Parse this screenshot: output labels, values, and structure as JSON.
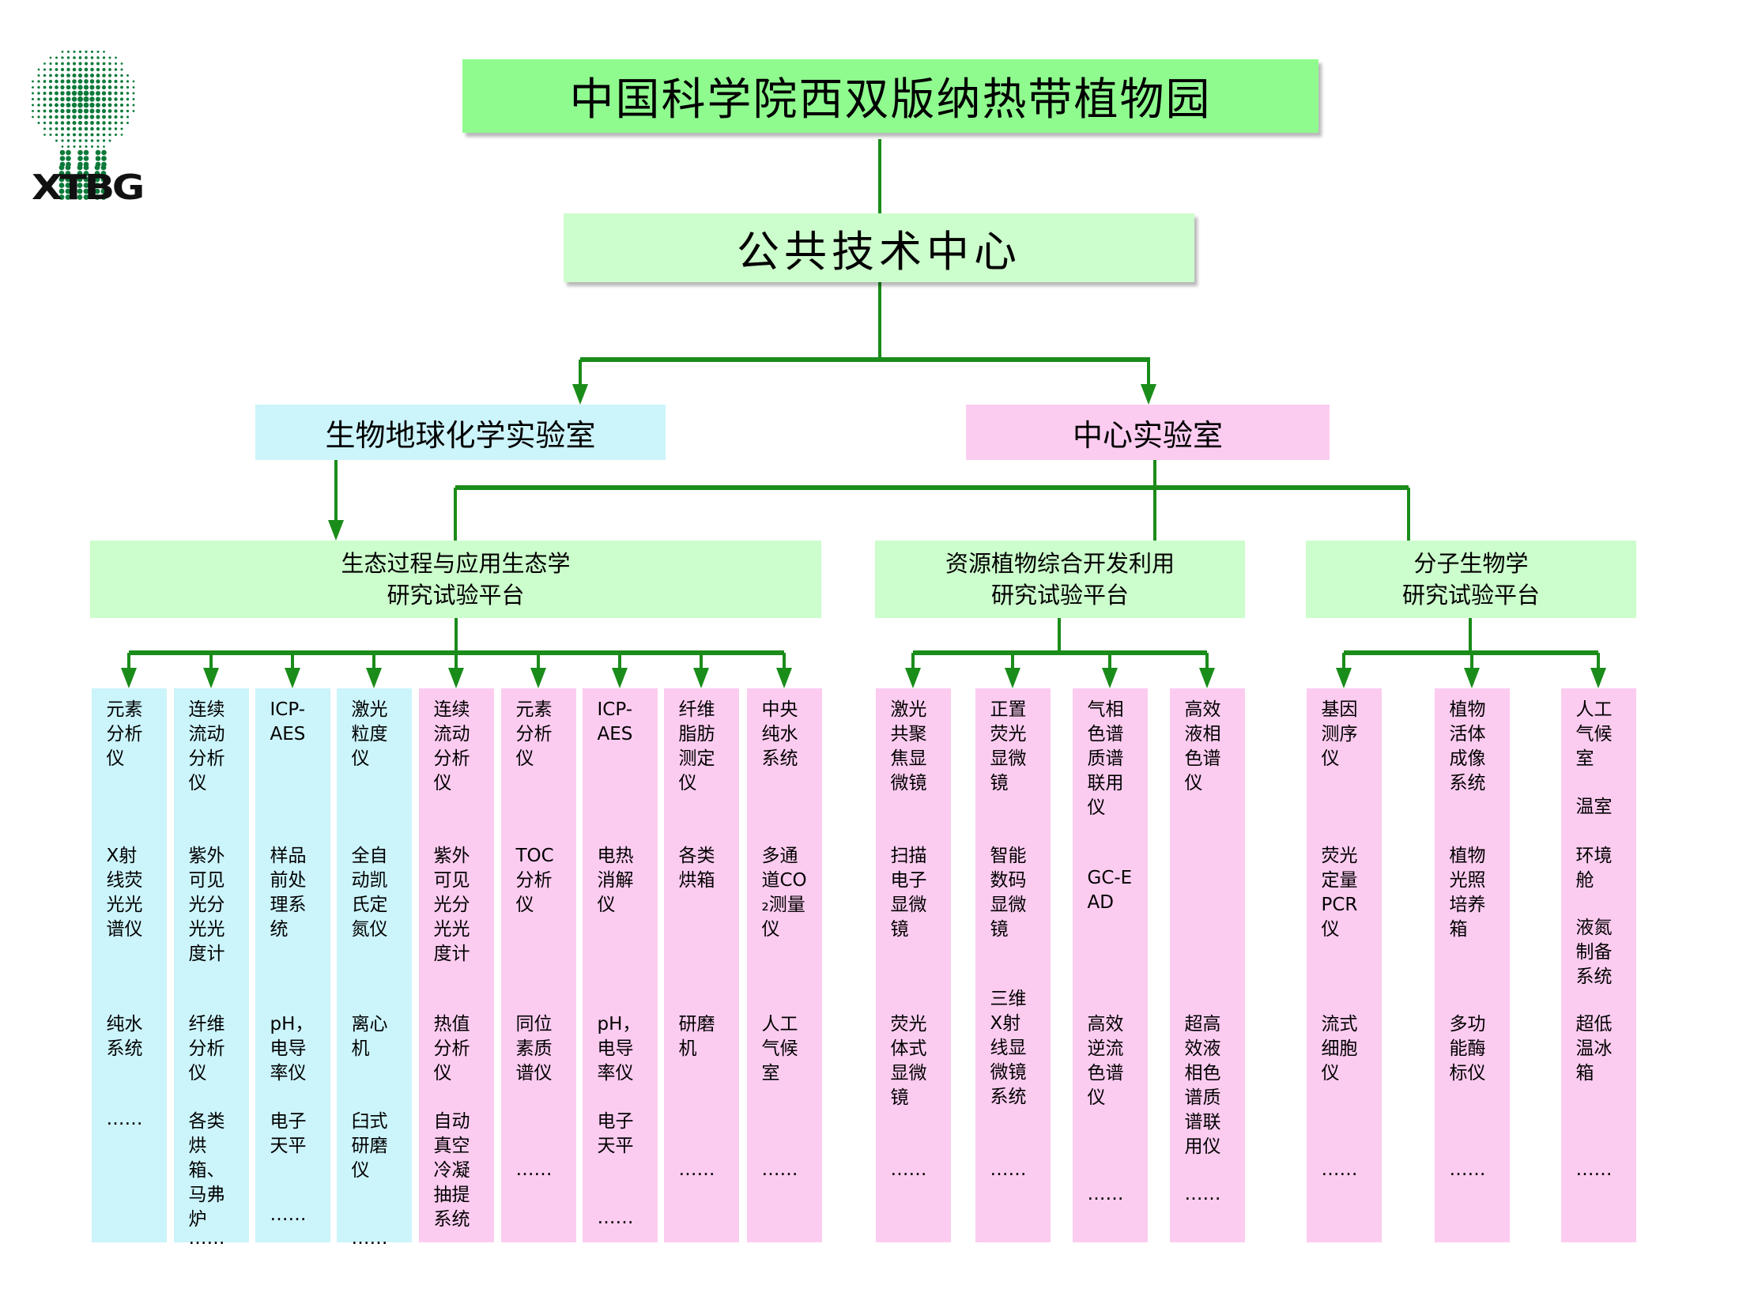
{
  "logo": {
    "text": "XTBG",
    "icon": "tree-dots-icon",
    "color": "#0c7a3a"
  },
  "colors": {
    "title_bg": "#8ffb8f",
    "center_bg": "#ccfdcc",
    "platform_bg": "#ccfdcc",
    "bio_bg": "#ccf4fb",
    "central_bg": "#fcccf0",
    "connector": "#1a8c1a"
  },
  "title": "中国科学院西双版纳热带植物园",
  "center": "公共技术中心",
  "labs": {
    "bio": "生物地球化学实验室",
    "central": "中心实验室"
  },
  "platforms": {
    "eco": {
      "line1": "生态过程与应用生态学",
      "line2": "研究试验平台"
    },
    "res": {
      "line1": "资源植物综合开发利用",
      "line2": "研究试验平台"
    },
    "mol": {
      "line1": "分子生物学",
      "line2": "研究试验平台"
    }
  },
  "columns": [
    {
      "lab": "bio",
      "items": [
        "元素分析仪",
        "X射线荧光光谱仪",
        "纯水系统",
        "……"
      ]
    },
    {
      "lab": "bio",
      "items": [
        "连续流动分析仪",
        "紫外可见光分光光度计",
        "纤维分析仪",
        "各类烘箱、马弗炉",
        "……"
      ]
    },
    {
      "lab": "bio",
      "items": [
        "ICP-AES",
        "样品前处理系统",
        "pH，电导率仪",
        "电子天平",
        "……"
      ]
    },
    {
      "lab": "bio",
      "items": [
        "激光粒度仪",
        "全自动凯氏定氮仪",
        "离心机",
        "臼式研磨仪",
        "……"
      ]
    },
    {
      "lab": "central",
      "items": [
        "连续流动分析仪",
        "紫外可见光分光光度计",
        "热值分析仪",
        "自动真空冷凝抽提系统"
      ]
    },
    {
      "lab": "central",
      "items": [
        "元素分析仪",
        "TOC分析仪",
        "同位素质谱仪",
        "……"
      ]
    },
    {
      "lab": "central",
      "items": [
        "ICP-AES",
        "电热消解仪",
        "pH，电导率仪",
        "电子天平",
        "……"
      ]
    },
    {
      "lab": "central",
      "items": [
        "纤维脂肪测定仪",
        "各类烘箱",
        "研磨机",
        "……"
      ]
    },
    {
      "lab": "central",
      "items": [
        "中央纯水系统",
        "多通道CO₂测量仪",
        "人工气候室",
        "……"
      ]
    },
    {
      "lab": "central",
      "items": [
        "激光共聚焦显微镜",
        "扫描电子显微镜",
        "荧光体式显微镜",
        "……"
      ]
    },
    {
      "lab": "central",
      "items": [
        "正置荧光显微镜",
        "智能数码显微镜",
        "三维X射线显微镜系统",
        "……"
      ]
    },
    {
      "lab": "central",
      "items": [
        "气相色谱质谱联用仪",
        "GC-EAD",
        "高效逆流色谱仪",
        "……"
      ]
    },
    {
      "lab": "central",
      "items": [
        "高效液相色谱仪",
        "超高效液相色谱质谱联用仪",
        "……"
      ]
    },
    {
      "lab": "central",
      "items": [
        "基因测序仪",
        "荧光定量PCR仪",
        "流式细胞仪",
        "……"
      ]
    },
    {
      "lab": "central",
      "items": [
        "植物活体成像系统",
        "植物光照培养箱",
        "多功能酶标仪",
        "……"
      ]
    },
    {
      "lab": "central",
      "items": [
        "人工气候室",
        "温室",
        "环境舱",
        "液氮制备系统",
        "超低温冰箱",
        "……"
      ]
    }
  ]
}
